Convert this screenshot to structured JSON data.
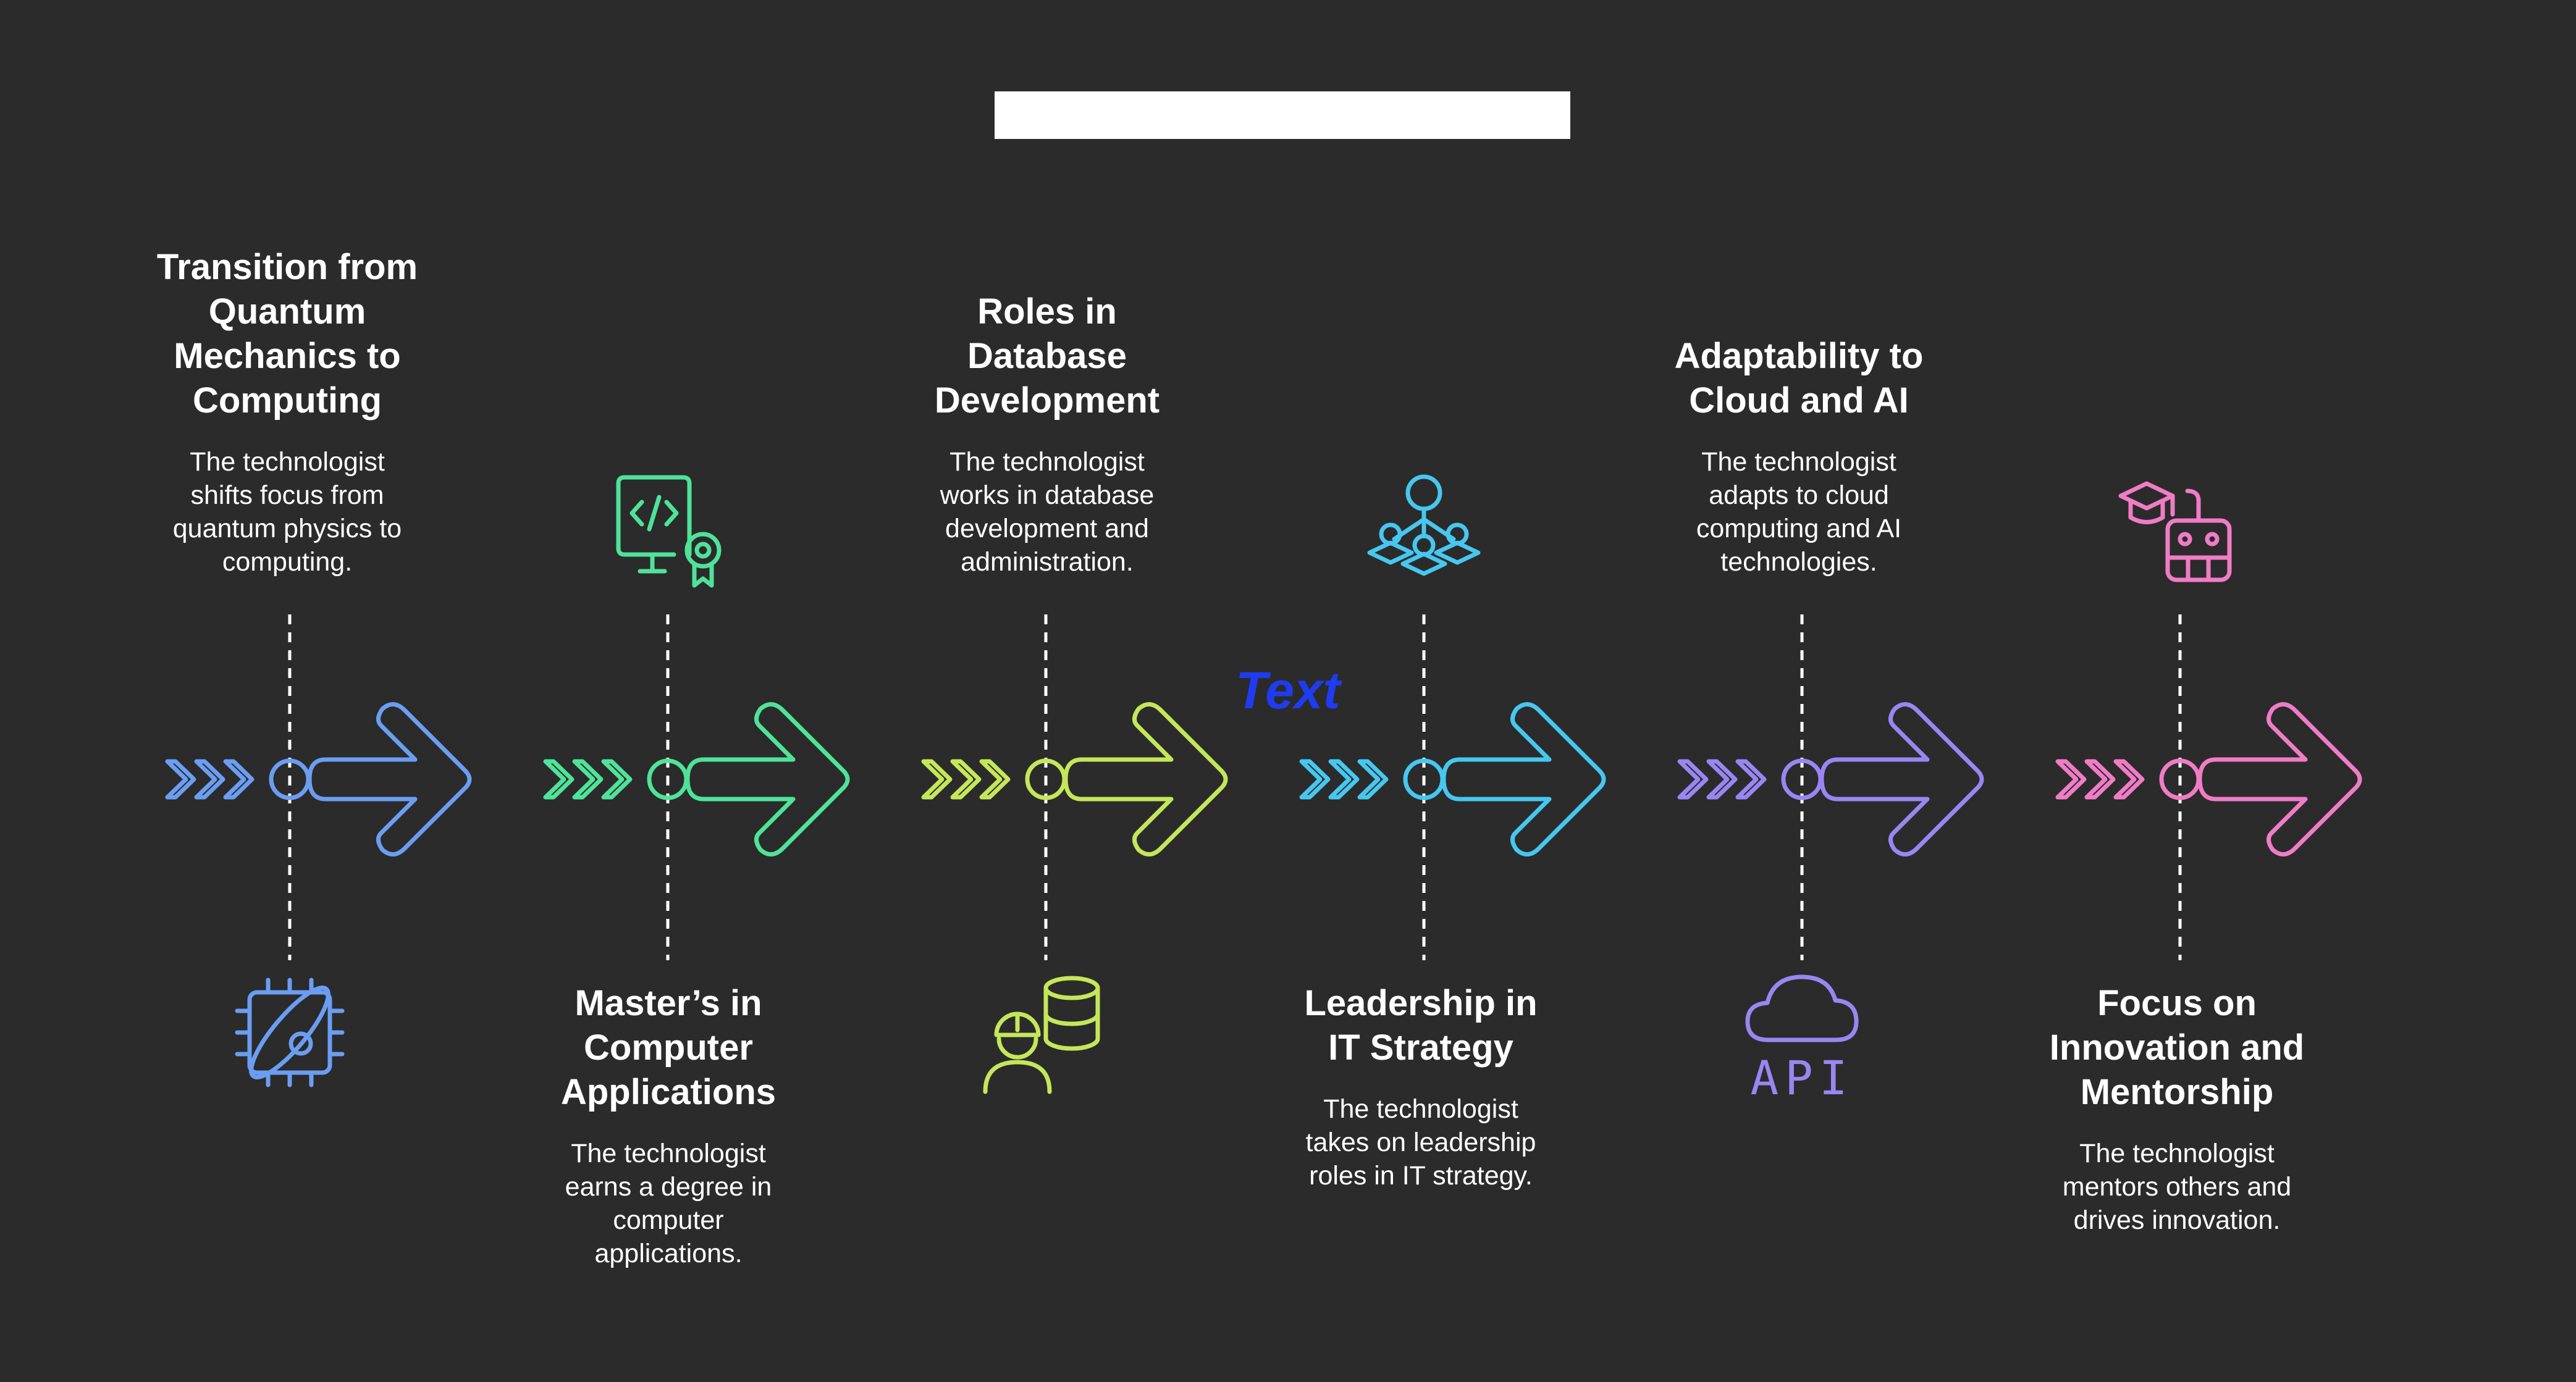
{
  "colors": {
    "background": "#2b2b2b",
    "title_box": "#ffffff",
    "overlay_text": "#1f3cf0",
    "connector": "#ffffff"
  },
  "overlay_text": "Text",
  "steps": [
    {
      "title": "Transition from\nQuantum\nMechanics to\nComputing",
      "description": "The technologist\nshifts focus from\nquantum physics to\ncomputing.",
      "position": "top",
      "color": "#6b9ef2",
      "icon": "quantum-chip-icon"
    },
    {
      "title": "Master’s in\nComputer\nApplications",
      "description": "The technologist\nearns a degree in\ncomputer\napplications.",
      "position": "bottom",
      "color": "#4fe39a",
      "icon": "code-certificate-icon"
    },
    {
      "title": "Roles in\nDatabase\nDevelopment",
      "description": "The technologist\nworks in database\ndevelopment and\nadministration.",
      "position": "top",
      "color": "#c6e65a",
      "icon": "database-engineer-icon"
    },
    {
      "title": "Leadership in\nIT Strategy",
      "description": "The technologist\ntakes on leadership\nroles in IT strategy.",
      "position": "bottom",
      "color": "#46c7f0",
      "icon": "team-hierarchy-icon"
    },
    {
      "title": "Adaptability to\nCloud and AI",
      "description": "The technologist\nadapts to cloud\ncomputing and AI\ntechnologies.",
      "position": "top",
      "color": "#9a86f2",
      "icon": "cloud-api-icon",
      "icon_label": "API"
    },
    {
      "title": "Focus on\nInnovation and\nMentorship",
      "description": "The technologist\nmentors others and\ndrives innovation.",
      "position": "bottom",
      "color": "#f07cc6",
      "icon": "mentor-robot-icon"
    }
  ]
}
